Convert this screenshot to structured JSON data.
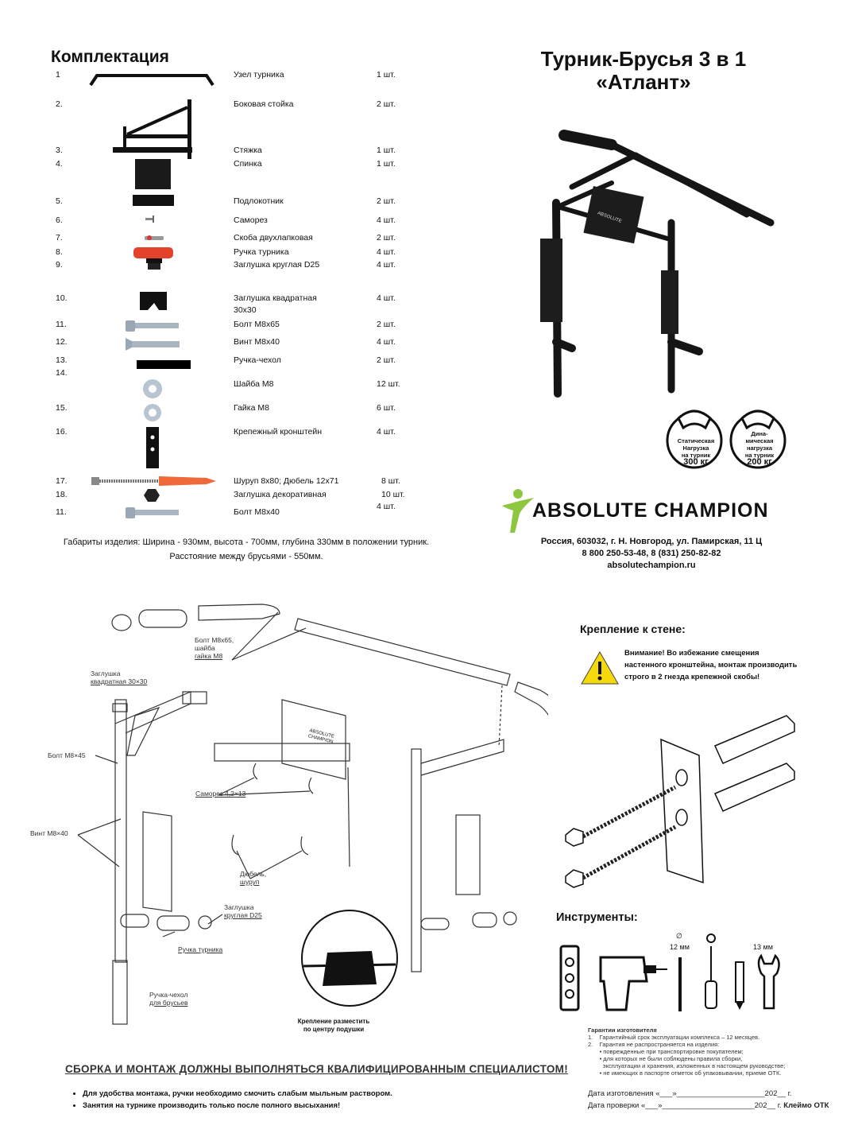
{
  "header": {
    "left_title": "Комплектация",
    "right_title_line1": "Турник-Брусья 3 в 1",
    "right_title_line2": "«Атлант»"
  },
  "parts": [
    {
      "num": "1",
      "name": "Узел турника",
      "qty": "1 шт."
    },
    {
      "num": "2.",
      "name": "Боковая стойка",
      "qty": "2 шт."
    },
    {
      "num": "3.",
      "name": "Стяжка",
      "qty": "1 шт."
    },
    {
      "num": "4.",
      "name": "Спинка",
      "qty": "1 шт."
    },
    {
      "num": "5.",
      "name": "Подлокотник",
      "qty": "2 шт."
    },
    {
      "num": "6.",
      "name": "Саморез",
      "qty": "4 шт."
    },
    {
      "num": "7.",
      "name": "Скоба двухлапковая",
      "qty": "2 шт."
    },
    {
      "num": "8.",
      "name": "Ручка турника",
      "qty": "4 шт."
    },
    {
      "num": "9.",
      "name": "Заглушка круглая D25",
      "qty": "4 шт."
    },
    {
      "num": "10.",
      "name": "Заглушка квадратная",
      "name2": "30х30",
      "qty": "4 шт."
    },
    {
      "num": "11.",
      "name": "Болт М8х65",
      "qty": "2 шт."
    },
    {
      "num": "12.",
      "name": "Винт М8х40",
      "qty": "4 шт."
    },
    {
      "num": "13.",
      "name": "Ручка-чехол",
      "qty": "2 шт."
    },
    {
      "num": "14.",
      "name": "Шайба М8",
      "qty": "12 шт."
    },
    {
      "num": "15.",
      "name": "Гайка М8",
      "qty": "6 шт."
    },
    {
      "num": "16.",
      "name": "Крепежный кронштейн",
      "qty": "4 шт."
    },
    {
      "num": "17.",
      "name": "Шуруп 8х80; Дюбель 12х71",
      "qty": "8 шт."
    },
    {
      "num": "18.",
      "name": "Заглушка декоративная",
      "qty": "10 шт."
    },
    {
      "num": "11.",
      "name": "Болт М8х40",
      "qty": "4 шт."
    }
  ],
  "dimensions": {
    "line1": "Габариты изделия: Ширина - 930мм, высота - 700мм, глубина 330мм в положении турник.",
    "line2": "Расстояние между брусьями - 550мм."
  },
  "load_badges": {
    "static": {
      "l1": "Статическая",
      "l2": "Нагрузка",
      "l3": "на турник",
      "value": "300 кг"
    },
    "dynamic": {
      "l1": "Дина-",
      "l2": "мическая",
      "l3": "нагрузка",
      "l4": "на турник",
      "value": "200 кг"
    }
  },
  "brand": {
    "name": "ABSOLUTE CHAMPION",
    "address": "Россия, 603032, г. Н. Новгород, ул. Памирская, 11 Ц",
    "phones": "8 800 250-53-48, 8 (831) 250-82-82",
    "site": "absolutechampion.ru"
  },
  "diagram_labels": {
    "bolt_m8x65": [
      "Болт М8х65,",
      "шайба",
      "гайка М8"
    ],
    "square_cap": [
      "Заглушка",
      "квадратная 30×30"
    ],
    "bolt_m8x45": "Болт М8×45",
    "screw_m8x40": "Винт М8×40",
    "self_tapping": "Саморез 4,2×13",
    "dowel": [
      "Дюбель,",
      "шуруп"
    ],
    "round_cap": [
      "Заглушка",
      "круглая D25"
    ],
    "bar_handle": "Ручка турника",
    "handle_cover": [
      "Ручка-чехол",
      "для брусьев"
    ],
    "mount_note": [
      "Крепление разместить",
      "по центру подушки"
    ],
    "logo_small": [
      "ABSOLUTE",
      "CHAMPION"
    ]
  },
  "wall_mount": {
    "heading": "Крепление к стене:",
    "warning": [
      "Внимание! Во избежание смещения",
      "настенного кронштейна, монтаж производить",
      "строго в 2 гнезда крепежной скобы!"
    ]
  },
  "tools": {
    "heading": "Инструменты:",
    "drill_size": "12 мм",
    "wrench_size": "13 мм",
    "diameter_symbol": "∅"
  },
  "footer": {
    "main_warning": "СБОРКА И МОНТАЖ ДОЛЖНЫ ВЫПОЛНЯТЬСЯ КВАЛИФИЦИРОВАННЫМ СПЕЦИАЛИСТОМ!",
    "bullets": [
      "Для удобства монтажа, ручки необходимо смочить слабым мыльным раствором.",
      "Занятия на турнике производить только после полного высыхания!"
    ],
    "guarantee": {
      "title": "Гарантии изготовителя",
      "lines": [
        "1.    Гарантийный срок эксплуатации комплекса – 12 месяцев.",
        "2.    Гарантия не распространяется на изделия:",
        "       • поврежденные при транспортировке покупателем;",
        "       • для которых не были соблюдены правила сборки,",
        "         эксплуатации и хранения, изложенных в настоящем руководстве;",
        "       • не имеющих в паспорте отметок об упаковывании, приеме ОТК."
      ]
    },
    "date_made": "Дата изготовления «___»_____________________202__ г.",
    "date_check": "Дата проверки «___»______________________202__ г.",
    "otk": "Клеймо ОТК"
  }
}
